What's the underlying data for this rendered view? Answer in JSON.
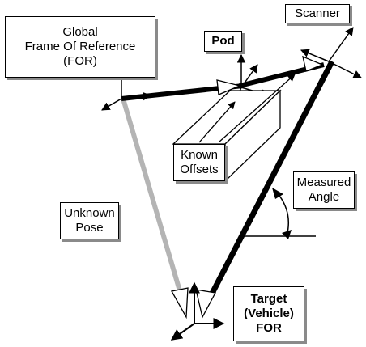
{
  "labels": {
    "global_for": "Global\nFrame Of Reference\n(FOR)",
    "pod": "Pod",
    "scanner": "Scanner",
    "known_offsets": "Known\nOffsets",
    "measured_angle": "Measured\nAngle",
    "unknown_pose": "Unknown\nPose",
    "target_for": "Target\n(Vehicle)\nFOR"
  },
  "colors": {
    "known_link": "#000000",
    "unknown_link": "#b4b4b4",
    "shadow": "#8a8a8a"
  }
}
